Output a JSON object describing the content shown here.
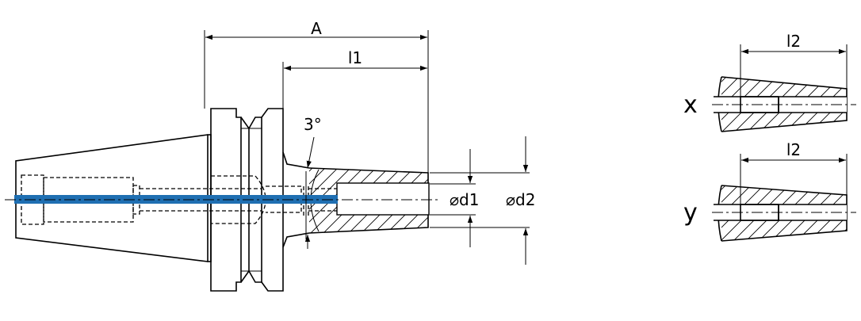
{
  "colors": {
    "line": "#000000",
    "coolant_channel": "#1f6fb2",
    "background": "#ffffff"
  },
  "labels": {
    "overall_length": "A",
    "length_l1": "l1",
    "taper_angle": "3°",
    "diameter_d1": "⌀d1",
    "diameter_d2": "⌀d2",
    "length_l2_x": "l2",
    "length_l2_y": "l2",
    "variant_x": "x",
    "variant_y": "y"
  }
}
